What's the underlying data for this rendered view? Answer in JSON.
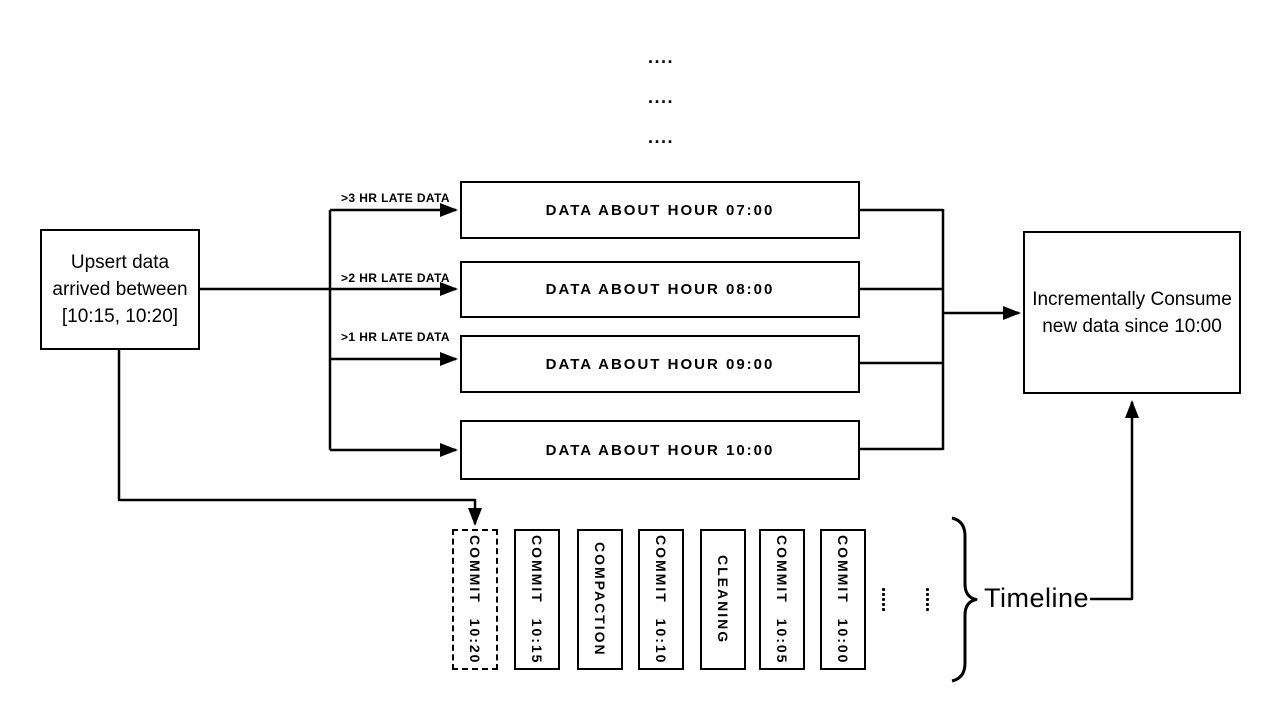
{
  "canvas": {
    "background": "#ffffff",
    "ink": "#000000"
  },
  "top_ellipsis": {
    "rows": [
      "....",
      "....",
      "...."
    ]
  },
  "upsert_box": {
    "lines": [
      "Upsert data",
      "arrived between",
      "[10:15, 10:20]"
    ]
  },
  "late_labels": {
    "three_hr": ">3 HR LATE DATA",
    "two_hr": ">2 HR LATE DATA",
    "one_hr": ">1 HR LATE DATA"
  },
  "hour_boxes": [
    {
      "label": "DATA ABOUT HOUR 07:00"
    },
    {
      "label": "DATA ABOUT HOUR 08:00"
    },
    {
      "label": "DATA ABOUT HOUR 09:00"
    },
    {
      "label": "DATA ABOUT HOUR 10:00"
    }
  ],
  "consume_box": {
    "lines": [
      "Incrementally Consume",
      "new data since 10:00"
    ]
  },
  "timeline": {
    "label": "Timeline",
    "instants": [
      {
        "label": "COMMIT 10:20",
        "style": "dashed"
      },
      {
        "label": "COMMIT 10:15",
        "style": "solid"
      },
      {
        "label": "COMPACTION",
        "style": "solid"
      },
      {
        "label": "COMMIT 10:10",
        "style": "solid"
      },
      {
        "label": "CLEANING",
        "style": "solid"
      },
      {
        "label": "COMMIT 10:05",
        "style": "solid"
      },
      {
        "label": "COMMIT 10:00",
        "style": "solid"
      }
    ]
  }
}
